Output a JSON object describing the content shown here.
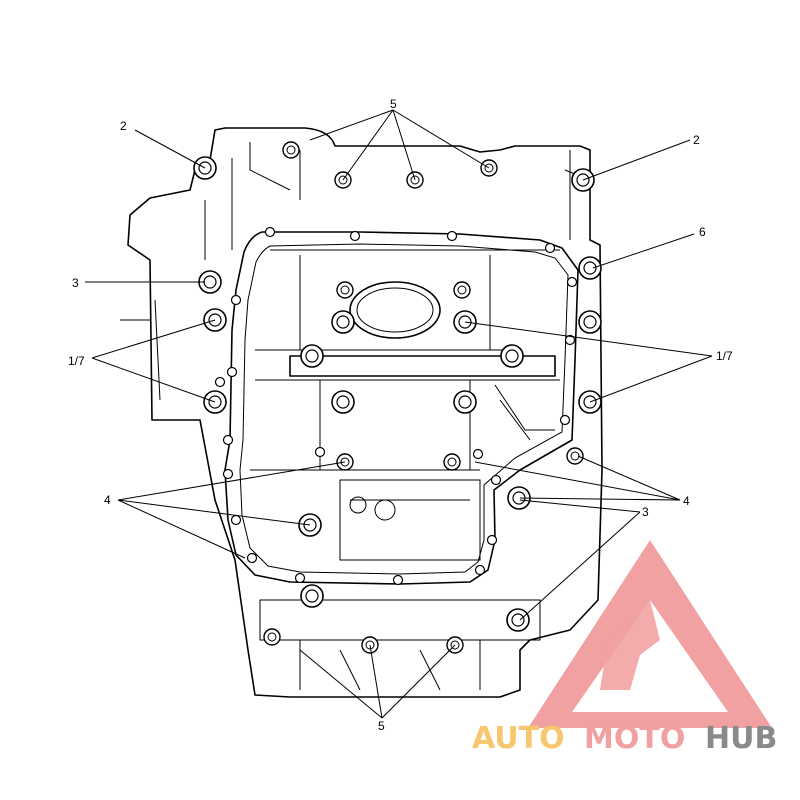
{
  "diagram": {
    "callouts": [
      "5",
      "2",
      "2",
      "6",
      "3",
      "1/7",
      "1/7",
      "4",
      "4",
      "3",
      "5"
    ]
  },
  "watermark": {
    "part1": "AUTO",
    "part2": "MOTO",
    "part3": "HUB",
    "colors": {
      "auto": "#f6b94b",
      "moto": "#ee8a8a",
      "hub": "#6e6e6e",
      "logo": "#ee8a8a"
    }
  }
}
